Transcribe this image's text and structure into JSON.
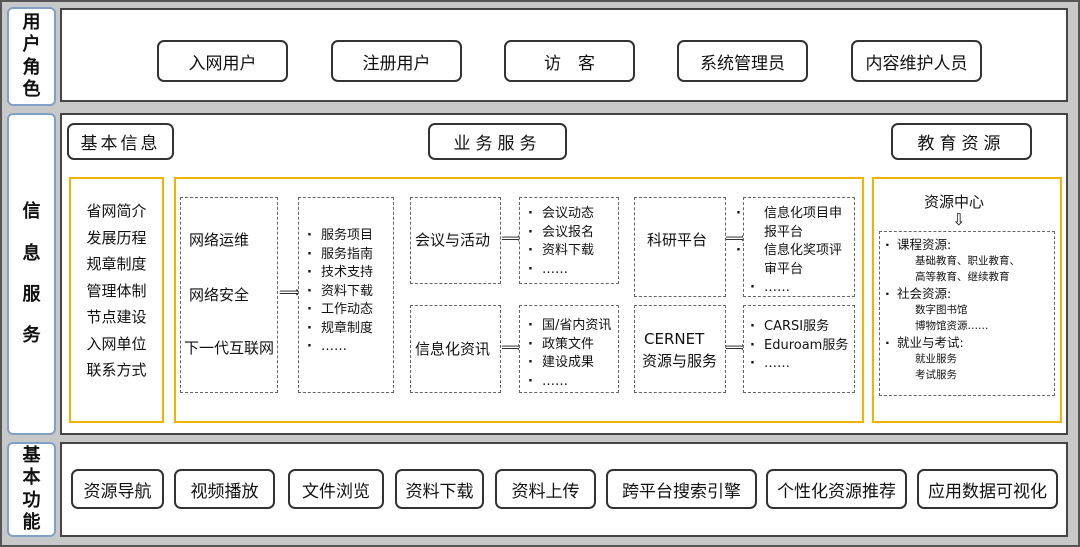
{
  "sections": {
    "user_roles": {
      "label_chars": [
        "用",
        "户",
        "角",
        "色"
      ]
    },
    "info_service": {
      "label_chars": [
        "信",
        "息",
        "服",
        "务"
      ]
    },
    "basic_functions": {
      "label_chars": [
        "基",
        "本",
        "功",
        "能"
      ]
    }
  },
  "user_roles": [
    "入网用户",
    "注册用户",
    "访　客",
    "系统管理员",
    "内容维护人员"
  ],
  "info": {
    "basic_info_title": "基本信息",
    "business_title": "业务服务",
    "edu_title": "教育资源",
    "basic_info_items": [
      "省网简介",
      "发展历程",
      "规章制度",
      "管理体制",
      "节点建设",
      "入网单位",
      "联系方式"
    ],
    "network": {
      "items": [
        "网络运维",
        "网络安全",
        "下一代互联网"
      ],
      "arrow": "⟹",
      "sub_items": [
        "服务项目",
        "服务指南",
        "技术支持",
        "资料下载",
        "工作动态",
        "规章制度",
        "……"
      ]
    },
    "meetings": {
      "label": "会议与活动",
      "arrow": "⟹",
      "sub_items": [
        "会议动态",
        "会议报名",
        "资料下载",
        "……"
      ]
    },
    "info_news": {
      "label": "信息化资讯",
      "arrow": "⟹",
      "sub_items": [
        "国/省内资讯",
        "政策文件",
        "建设成果",
        "……"
      ]
    },
    "research": {
      "label": "科研平台",
      "arrow": "⟹",
      "sub_items": [
        "信息化项目申报平台",
        "信息化奖项评审平台",
        "……"
      ]
    },
    "cernet": {
      "label_line1": "CERNET",
      "label_line2": "资源与服务",
      "arrow": "⟹",
      "sub_items": [
        "CARSI服务",
        "Eduroam服务",
        "……"
      ]
    },
    "resource_center": {
      "title": "资源中心",
      "down_arrow": "⇩",
      "categories": [
        {
          "name": "课程资源:",
          "subs": [
            "基础教育、职业教育、",
            "高等教育、继续教育"
          ]
        },
        {
          "name": "社会资源:",
          "subs": [
            "数字图书馆",
            "博物馆资源……"
          ]
        },
        {
          "name": "就业与考试:",
          "subs": [
            "就业服务",
            "考试服务"
          ]
        }
      ]
    }
  },
  "basic_functions": [
    "资源导航",
    "视频播放",
    "文件浏览",
    "资料下载",
    "资料上传",
    "跨平台搜索引擎",
    "个性化资源推荐",
    "应用数据可视化"
  ],
  "colors": {
    "frame_bg": "#c8c8c8",
    "side_label_border": "#7fa0c8",
    "yellow_border": "#f0b400"
  }
}
